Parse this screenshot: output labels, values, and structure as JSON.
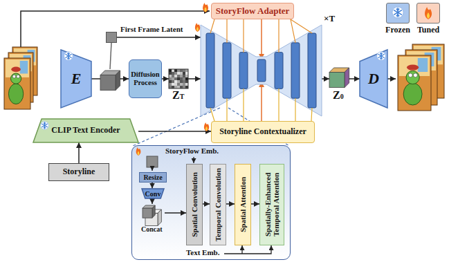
{
  "diagram": {
    "nodes": [
      {
        "text": [
          "StoryFlow Adapter"
        ]
      },
      {
        "text": [
          "E"
        ]
      },
      {
        "text": [
          "First Frame Latent"
        ]
      },
      {
        "text": [
          "Diffusion Process"
        ]
      },
      {
        "text": [
          "ZT"
        ]
      },
      {
        "text": [
          "×T"
        ]
      },
      {
        "text": [
          "Z0"
        ]
      },
      {
        "text": [
          "D"
        ]
      },
      {
        "text": [
          "CLIP Text Encoder"
        ]
      },
      {
        "text": [
          "Storyline"
        ]
      },
      {
        "text": [
          "Storyline Contextualizer"
        ]
      },
      {
        "text": [
          "StoryFlow Emb.",
          "Text Emb."
        ]
      },
      {
        "text": [
          "Resize"
        ],
        "in": 11
      },
      {
        "text": [
          "Conv"
        ],
        "in": 11
      },
      {
        "text": [
          "Concat"
        ],
        "in": 11
      },
      {
        "text": [
          "Spatial Convolution"
        ],
        "in": 11
      },
      {
        "text": [
          "Temporal Convolution"
        ],
        "in": 11
      },
      {
        "text": [
          "Spatial Attention"
        ],
        "in": 11
      },
      {
        "text": [
          "Spatially-Enhanced Temporal Attention"
        ],
        "in": 11
      }
    ],
    "edges": [
      {
        "from": 1,
        "to": 3,
        "arrow": "to"
      },
      {
        "from": 2,
        "to": 5,
        "arrow": "to"
      },
      {
        "from": 3,
        "to": 4,
        "arrow": "to"
      },
      {
        "from": 4,
        "to": 5,
        "arrow": "to"
      },
      {
        "from": 0,
        "to": 5,
        "arrow": "to"
      },
      {
        "from": 5,
        "to": 6,
        "arrow": "to"
      },
      {
        "from": 6,
        "to": 7,
        "arrow": "to"
      },
      {
        "from": 9,
        "to": 8,
        "arrow": "to"
      },
      {
        "from": 8,
        "to": 10,
        "arrow": "to"
      },
      {
        "from": 10,
        "to": 5,
        "arrow": "to"
      },
      {
        "from": 12,
        "to": 13,
        "arrow": "to"
      },
      {
        "from": 13,
        "to": 14,
        "arrow": "to"
      },
      {
        "from": 14,
        "to": 15,
        "arrow": "to"
      },
      {
        "from": 15,
        "to": 16,
        "arrow": "to"
      },
      {
        "from": 16,
        "to": 17,
        "arrow": "to"
      },
      {
        "from": 17,
        "to": 18,
        "arrow": "to"
      }
    ],
    "legend": [
      {
        "text": "Frozen",
        "color": "#a9c6ee"
      },
      {
        "text": "Tuned",
        "color": "#fbd3bf"
      }
    ]
  }
}
